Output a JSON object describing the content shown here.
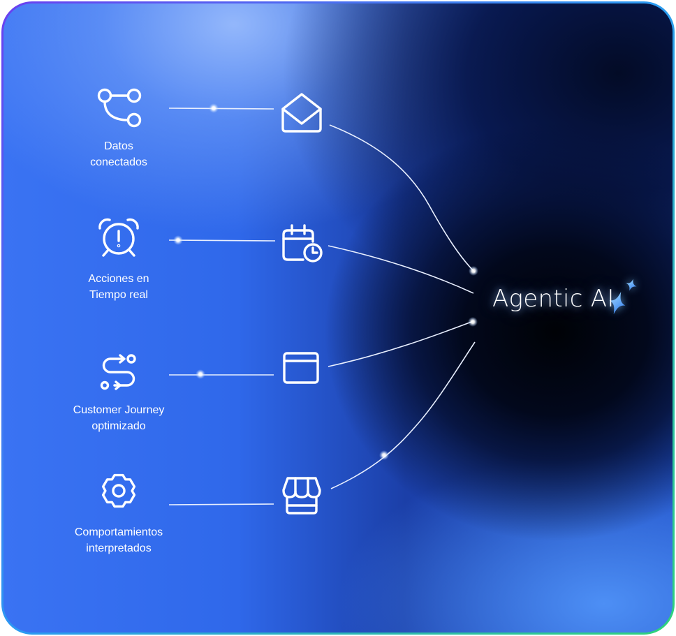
{
  "colors": {
    "line": "#e8efff",
    "icon": "#ffffff",
    "sparkle_light": "#8fd3ff",
    "sparkle_dark": "#2d7bf0"
  },
  "center": {
    "title": "Agentic AI",
    "icon": "sparkle-icon"
  },
  "sources": [
    {
      "line1": "Datos",
      "line2": "conectados",
      "icon": "branch-connection-icon",
      "channel_icon": "envelope-open-icon"
    },
    {
      "line1": "Acciones en",
      "line2": "Tiempo real",
      "icon": "alarm-clock-icon",
      "channel_icon": "calendar-clock-icon"
    },
    {
      "line1": "Customer Journey",
      "line2": "optimizado",
      "icon": "route-icon",
      "channel_icon": "browser-window-icon"
    },
    {
      "line1": "Comportamientos",
      "line2": "interpretados",
      "icon": "gear-icon",
      "channel_icon": "storefront-icon"
    }
  ]
}
